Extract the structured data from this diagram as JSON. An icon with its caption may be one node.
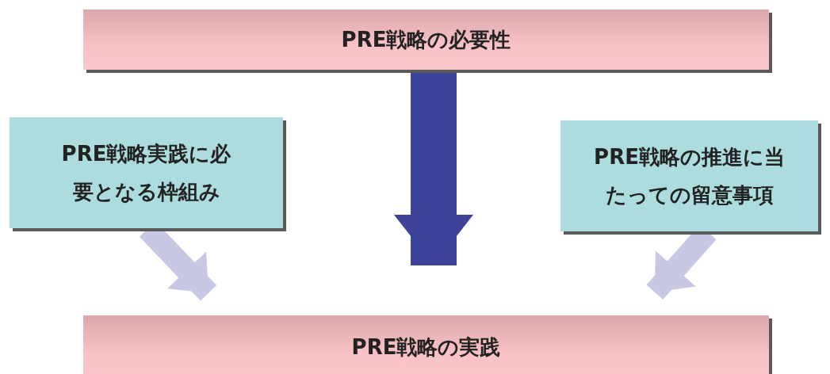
{
  "diagram": {
    "nodes": [
      {
        "text": [
          "PRE戦略の必要性"
        ]
      },
      {
        "text": [
          "PRE戦略実践に必要となる枠組み"
        ]
      },
      {
        "text": [
          "PRE戦略の推進に当たっての留意事項"
        ]
      },
      {
        "text": [
          "PRE戦略の実践"
        ]
      }
    ],
    "edges": [
      {
        "from": 0,
        "to": 3,
        "arrow": "to",
        "style": "thick",
        "color": "#3d4399"
      },
      {
        "from": 1,
        "to": 3,
        "arrow": "to"
      },
      {
        "from": 2,
        "to": 3,
        "arrow": "to"
      }
    ]
  }
}
